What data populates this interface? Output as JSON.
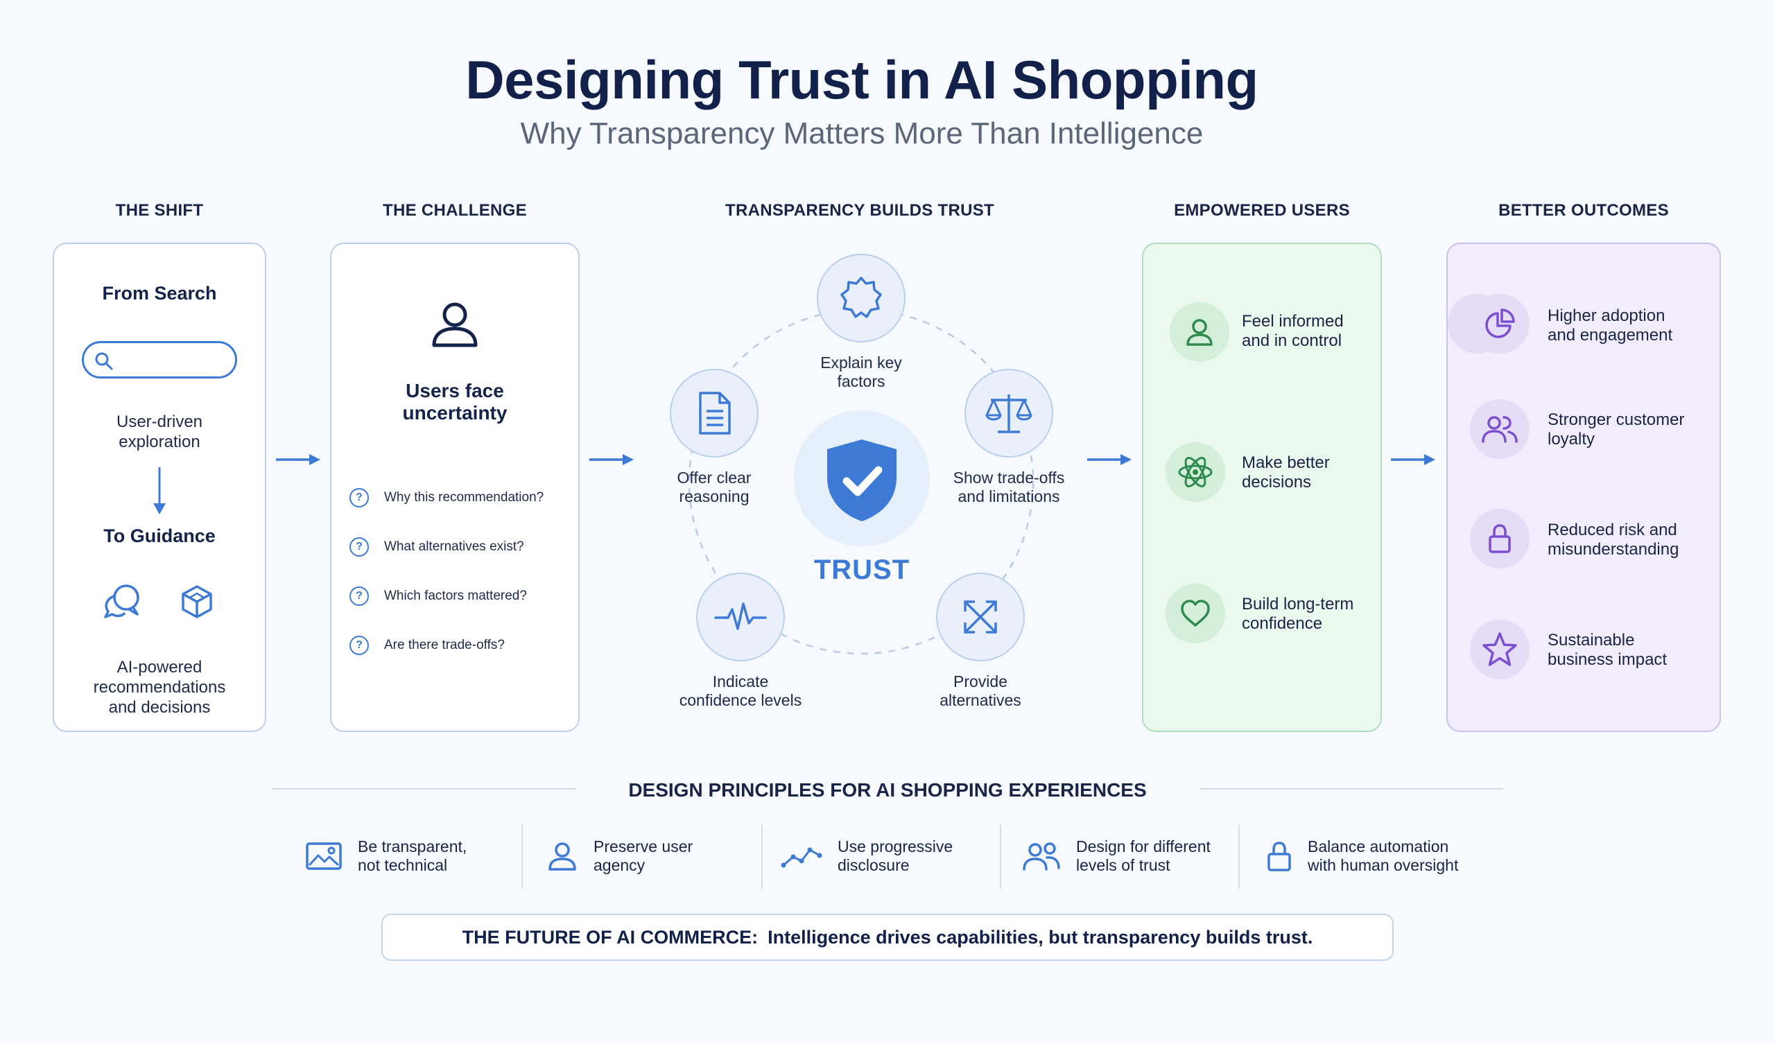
{
  "header": {
    "title": "Designing Trust in AI Shopping",
    "subtitle": "Why Transparency Matters More Than Intelligence"
  },
  "columns": {
    "shift": "THE SHIFT",
    "challenge": "THE CHALLENGE",
    "transparency": "TRANSPARENCY BUILDS TRUST",
    "empowered": "EMPOWERED USERS",
    "outcomes": "BETTER OUTCOMES"
  },
  "shift": {
    "from_title": "From Search",
    "from_desc_1": "User-driven",
    "from_desc_2": "exploration",
    "to_title": "To Guidance",
    "to_desc_1": "AI-powered",
    "to_desc_2": "recommendations",
    "to_desc_3": "and decisions"
  },
  "challenge": {
    "title_1": "Users face",
    "title_2": "uncertainty",
    "questions": [
      "Why this recommendation?",
      "What alternatives exist?",
      "Which factors mattered?",
      "Are there trade-offs?"
    ]
  },
  "transparency": {
    "center_label": "TRUST",
    "nodes": {
      "explain_1": "Explain key",
      "explain_2": "factors",
      "reasoning_1": "Offer clear",
      "reasoning_2": "reasoning",
      "tradeoffs_1": "Show trade-offs",
      "tradeoffs_2": "and limitations",
      "confidence_1": "Indicate",
      "confidence_2": "confidence levels",
      "alternatives_1": "Provide",
      "alternatives_2": "alternatives"
    }
  },
  "empowered": {
    "items": [
      {
        "l1": "Feel informed",
        "l2": "and in control"
      },
      {
        "l1": "Make better",
        "l2": "decisions"
      },
      {
        "l1": "Build long-term",
        "l2": "confidence"
      }
    ]
  },
  "outcomes": {
    "items": [
      {
        "l1": "Higher adoption",
        "l2": "and engagement"
      },
      {
        "l1": "Stronger customer",
        "l2": "loyalty"
      },
      {
        "l1": "Reduced risk and",
        "l2": "misunderstanding"
      },
      {
        "l1": "Sustainable",
        "l2": "business impact"
      }
    ]
  },
  "principles": {
    "heading": "DESIGN PRINCIPLES FOR AI SHOPPING EXPERIENCES",
    "items": [
      {
        "l1": "Be transparent,",
        "l2": "not technical"
      },
      {
        "l1": "Preserve user",
        "l2": "agency"
      },
      {
        "l1": "Use progressive",
        "l2": "disclosure"
      },
      {
        "l1": "Design for different",
        "l2": "levels of trust"
      },
      {
        "l1": "Balance automation",
        "l2": "with human oversight"
      }
    ]
  },
  "footer": {
    "lead": "THE FUTURE OF AI COMMERCE:",
    "text": "Intelligence drives capabilities, but transparency builds trust."
  },
  "colors": {
    "accent_blue": "#3d7ad6",
    "green": "#2f8a4e",
    "purple": "#7b4fd0",
    "navy": "#14234a"
  }
}
